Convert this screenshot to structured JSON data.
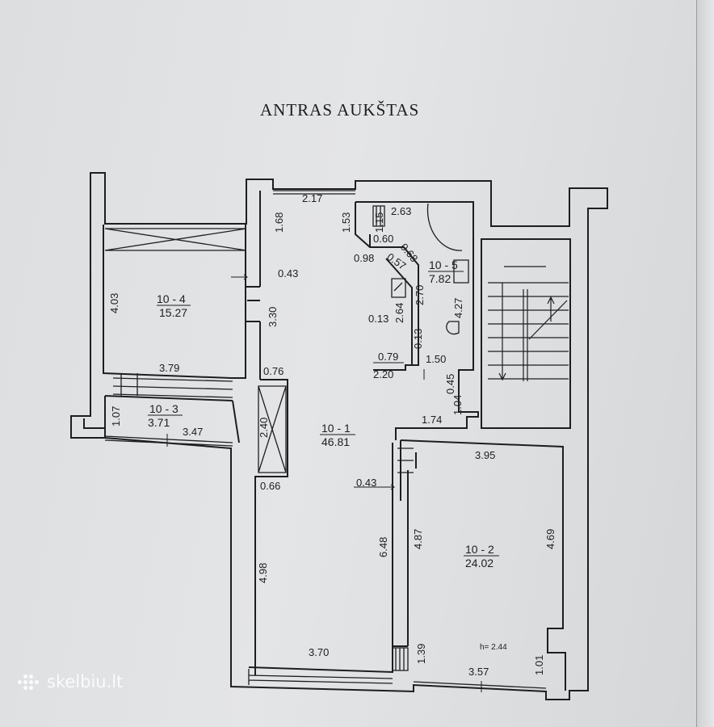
{
  "title": "ANTRAS AUKŠTAS",
  "rooms": {
    "r4": {
      "id": "10 - 4",
      "area": "15.27"
    },
    "r3": {
      "id": "10 - 3",
      "area": "3.71"
    },
    "r1": {
      "id": "10 - 1",
      "area": "46.81"
    },
    "r5": {
      "id": "10 - 5",
      "area": "7.82"
    },
    "r2": {
      "id": "10 - 2",
      "area": "24.02"
    }
  },
  "dims": {
    "d217": "2.17",
    "d168": "1.68",
    "d153": "1.53",
    "d115": "1.15",
    "d263": "2.63",
    "d060": "0.60",
    "d068": "0.68",
    "d098": "0.98",
    "d057": "0.57",
    "d043a": "0.43",
    "d403": "4.03",
    "d330": "3.30",
    "d270": "2.70",
    "d264": "2.64",
    "d427": "4.27",
    "d013a": "0.13",
    "d013b": "0.13",
    "d079": "0.79",
    "d150": "1.50",
    "d220": "2.20",
    "d379": "3.79",
    "d076": "0.76",
    "d045": "0.45",
    "d104": "1.04",
    "d174": "1.74",
    "d107": "1.07",
    "d347": "3.47",
    "d240": "2.40",
    "d395": "3.95",
    "d066": "0.66",
    "d043b": "0.43",
    "d487": "4.87",
    "d469": "4.69",
    "d648": "6.48",
    "d498": "4.98",
    "d370": "3.70",
    "d139": "1.39",
    "d357": "3.57",
    "d101": "1.01",
    "height": "h= 2.44"
  },
  "watermark": {
    "text": "skelbiu.lt"
  }
}
